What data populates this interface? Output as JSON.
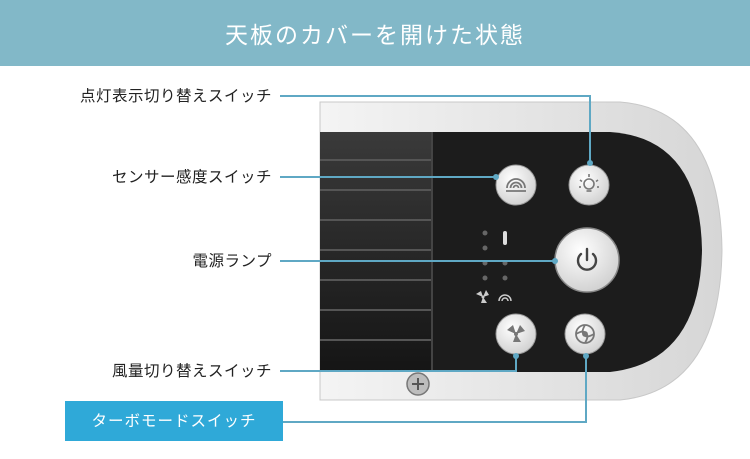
{
  "header": {
    "title": "天板のカバーを開けた状態"
  },
  "labels": {
    "light_switch": "点灯表示切り替えスイッチ",
    "sensor_switch": "センサー感度スイッチ",
    "power_lamp": "電源ランプ",
    "fan_switch": "風量切り替えスイッチ",
    "turbo_switch": "ターボモードスイッチ"
  },
  "colors": {
    "header_bg": "#82b8c8",
    "leader_line": "#5fa8c4",
    "turbo_bg": "#2fa9d8",
    "panel": "#1c1c1c"
  },
  "icons": {
    "sensor": "sensor-wave-icon",
    "light": "bulb-icon",
    "power": "power-icon",
    "fan": "fan-icon",
    "turbo": "turbo-swirl-icon"
  }
}
